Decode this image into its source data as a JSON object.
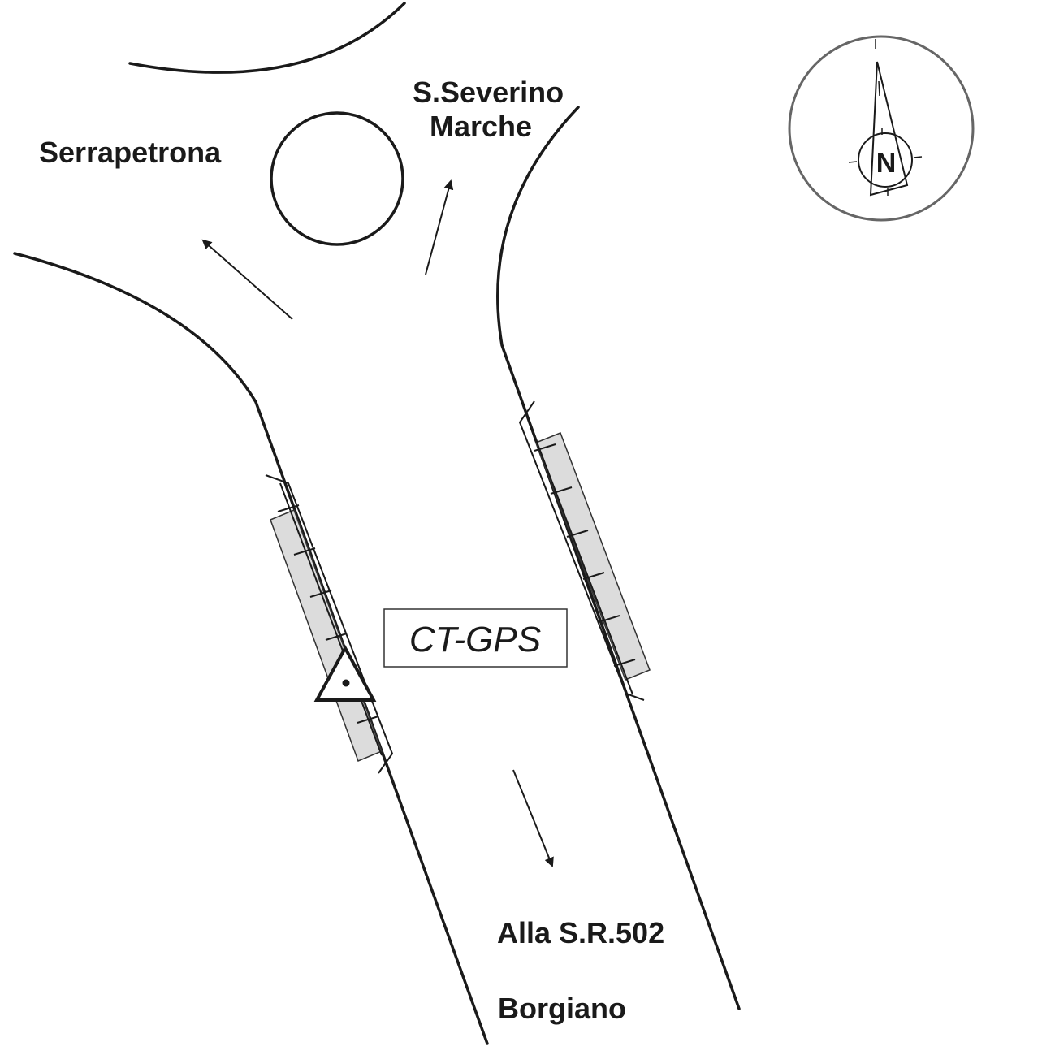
{
  "labels": {
    "serrapetrona": "Serrapetrona",
    "s_severino_line1": "S.Severino",
    "s_severino_line2": "Marche",
    "alla_sr502": "Alla S.R.502",
    "borgiano": "Borgiano",
    "station_code": "CT-GPS",
    "north_letter": "N"
  },
  "icons": {
    "north_arrow": "compass-rose-icon",
    "station_marker": "triangle-benchmark-icon"
  },
  "colors": {
    "ink": "#1a1a1a",
    "wall_fill": "#dcdcdc",
    "compass_ring": "#666666"
  }
}
